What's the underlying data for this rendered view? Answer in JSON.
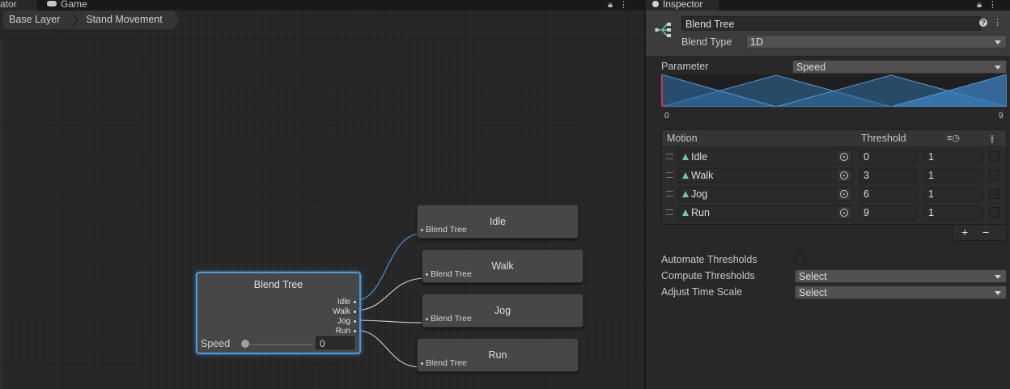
{
  "tabs": {
    "animator_label": "ator",
    "game_label": "Game",
    "icons": [
      "lock-icon",
      "kebab-menu-icon"
    ]
  },
  "breadcrumb": [
    "Base Layer",
    "Stand Movement"
  ],
  "graph": {
    "main_node": {
      "title": "Blend Tree",
      "outputs": [
        "Idle",
        "Walk",
        "Jog",
        "Run"
      ],
      "param_label": "Speed",
      "param_value": "0",
      "slider_fraction": 0
    },
    "child_nodes": [
      {
        "title": "Idle",
        "port": "Blend Tree"
      },
      {
        "title": "Walk",
        "port": "Blend Tree"
      },
      {
        "title": "Jog",
        "port": "Blend Tree"
      },
      {
        "title": "Run",
        "port": "Blend Tree"
      }
    ]
  },
  "inspector": {
    "tab_label": "Inspector",
    "name": "Blend Tree",
    "blend_type_label": "Blend Type",
    "blend_type_value": "1D",
    "parameter_label": "Parameter",
    "parameter_value": "Speed",
    "range_min": "0",
    "range_max": "9",
    "table": {
      "motion_header": "Motion",
      "threshold_header": "Threshold",
      "time_scale_icon": "time-scale-icon",
      "mirror_icon": "mirror-icon",
      "rows": [
        {
          "motion": "Idle",
          "threshold": "0",
          "speed": "1",
          "mirror": false
        },
        {
          "motion": "Walk",
          "threshold": "3",
          "speed": "1",
          "mirror": false
        },
        {
          "motion": "Jog",
          "threshold": "6",
          "speed": "1",
          "mirror": false
        },
        {
          "motion": "Run",
          "threshold": "9",
          "speed": "1",
          "mirror": false
        }
      ],
      "add_label": "+",
      "remove_label": "−"
    },
    "automate_thresholds_label": "Automate Thresholds",
    "automate_thresholds_checked": false,
    "compute_thresholds_label": "Compute Thresholds",
    "compute_thresholds_value": "Select",
    "adjust_time_scale_label": "Adjust Time Scale",
    "adjust_time_scale_value": "Select"
  },
  "colors": {
    "selection_accent": "#4a9be0",
    "blend_fill": "#2f6da0",
    "clip_icon": "#6cc6b5"
  }
}
